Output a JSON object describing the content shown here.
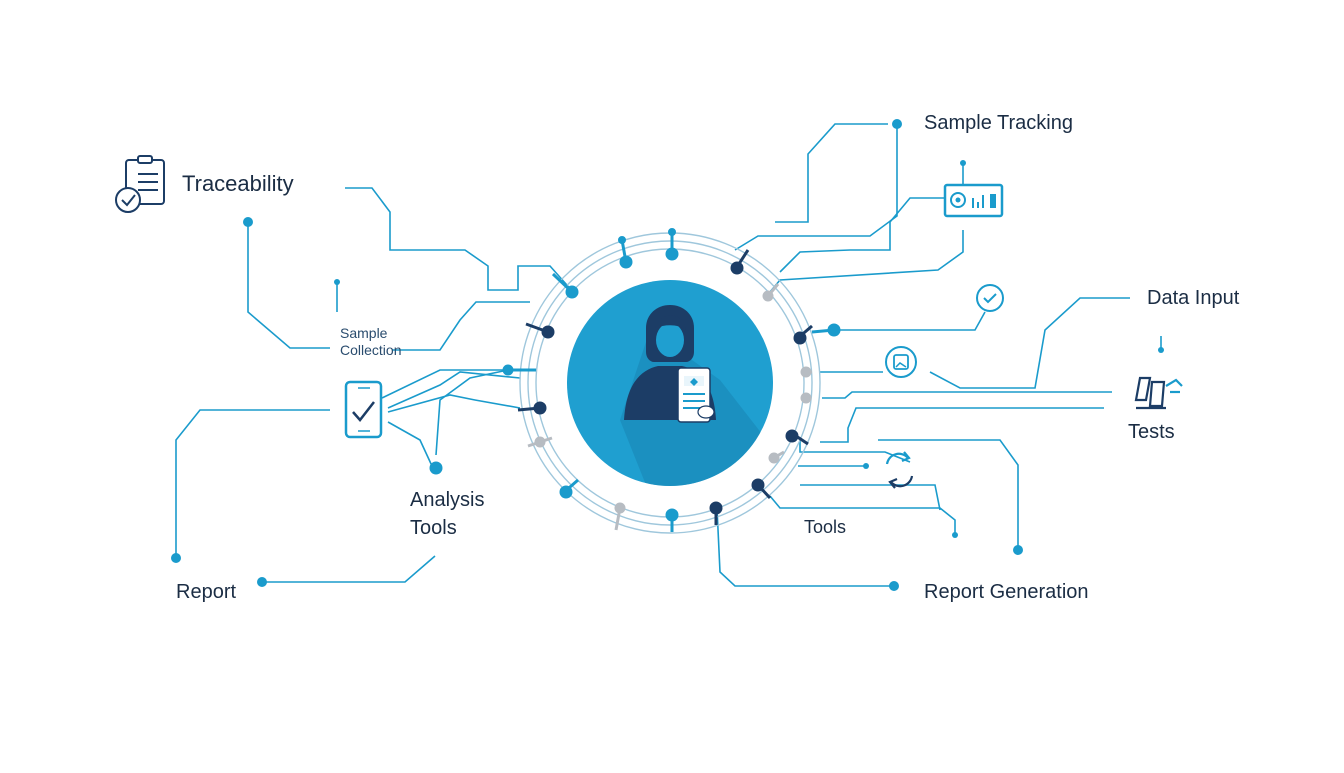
{
  "diagram": {
    "colors": {
      "accent": "#1a9bcc",
      "dark_navy": "#1c3d66",
      "grey_node": "#b7bcc2",
      "center_circle": "#1f9fd0",
      "text": "#1b2d44"
    },
    "labels": {
      "traceability": "Traceability",
      "sample_tracking": "Sample Tracking",
      "data_input": "Data Input",
      "tests": "Tests",
      "sample_collection_line1": "Sample",
      "sample_collection_line2": "Collection",
      "analysis_tools_line1": "Analysis",
      "analysis_tools_line2": "Tools",
      "tools": "Tools",
      "report": "Report",
      "report_generation": "Report Generation"
    },
    "icons": {
      "traceability": "clipboard-check-icon",
      "sample_tracking": "device-panel-icon",
      "check": "check-circle-icon",
      "image": "image-frame-icon",
      "tests": "test-tubes-icon",
      "phone": "phone-check-icon",
      "refresh": "refresh-cycle-icon",
      "center": "person-with-tablet-icon"
    }
  }
}
